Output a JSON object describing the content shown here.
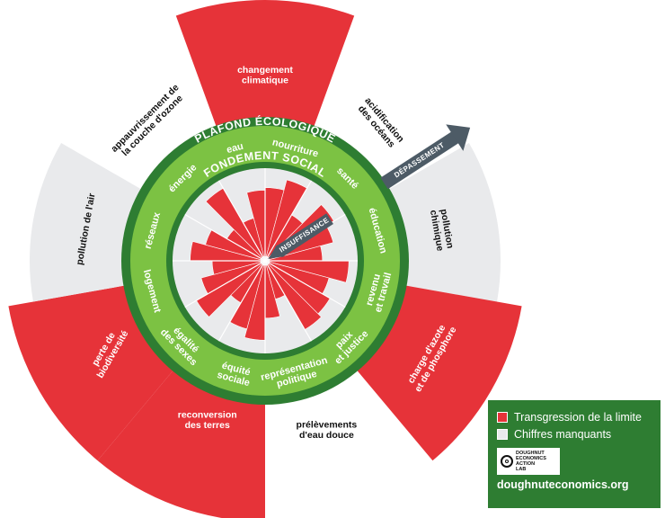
{
  "colors": {
    "overshoot_red": "#e63339",
    "missing_grey": "#e9eaec",
    "dark_green": "#2e7d32",
    "light_green": "#7cc243",
    "arrow_grey": "#4d5b66"
  },
  "rings": {
    "ecological_ceiling": "PLAFOND ÉCOLOGIQUE",
    "social_foundation": "FONDEMENT SOCIAL"
  },
  "arrows": {
    "overshoot": "DÉPASSEMENT",
    "shortfall": "INSUFFISANCE"
  },
  "ecological_boundaries": [
    {
      "key": "climate",
      "label": [
        "changement",
        "climatique"
      ],
      "status": "overshoot"
    },
    {
      "key": "ocean",
      "label": [
        "acidification",
        "des océans"
      ],
      "status": "within"
    },
    {
      "key": "chemical",
      "label": [
        "pollution",
        "chimique"
      ],
      "status": "missing"
    },
    {
      "key": "nitrogen",
      "label": [
        "charge d'azote",
        "et de phosphore"
      ],
      "status": "overshoot"
    },
    {
      "key": "freshwater",
      "label": [
        "prélèvements",
        "d'eau douce"
      ],
      "status": "within"
    },
    {
      "key": "land",
      "label": [
        "reconversion",
        "des terres"
      ],
      "status": "overshoot"
    },
    {
      "key": "biodiversity",
      "label": [
        "perte de",
        "biodiversité"
      ],
      "status": "overshoot"
    },
    {
      "key": "air",
      "label": [
        "pollution de l'air"
      ],
      "status": "missing"
    },
    {
      "key": "ozone",
      "label": [
        "appauvrissement de",
        "la couche d'ozone"
      ],
      "status": "within"
    }
  ],
  "social_dimensions": [
    {
      "key": "food",
      "label": [
        "nourriture"
      ]
    },
    {
      "key": "health",
      "label": [
        "santé"
      ]
    },
    {
      "key": "education",
      "label": [
        "éducation"
      ]
    },
    {
      "key": "income",
      "label": [
        "revenu",
        "et travail"
      ]
    },
    {
      "key": "peace",
      "label": [
        "paix",
        "et justice"
      ]
    },
    {
      "key": "voice",
      "label": [
        "représentation",
        "politique"
      ]
    },
    {
      "key": "equity",
      "label": [
        "équité",
        "sociale"
      ]
    },
    {
      "key": "gender",
      "label": [
        "égalité",
        "des sexes"
      ]
    },
    {
      "key": "housing",
      "label": [
        "logement"
      ]
    },
    {
      "key": "networks",
      "label": [
        "réseaux"
      ]
    },
    {
      "key": "energy",
      "label": [
        "énergie"
      ]
    },
    {
      "key": "water",
      "label": [
        "eau"
      ]
    }
  ],
  "shortfall_fraction": [
    0.78,
    0.9,
    0.55,
    0.85,
    0.75,
    0.6,
    0.9,
    0.7,
    0.8,
    0.85,
    0.4,
    0.6,
    0.85,
    0.75,
    0.5,
    0.85,
    0.7,
    0.55,
    0.8,
    0.65,
    0.45,
    0.9,
    0.45,
    0.75
  ],
  "legend": {
    "overshoot": "Transgression de la limite",
    "missing": "Chiffres manquants",
    "logo_text": "DOUGHNUT\nECONOMICS\nACTION\nLAB",
    "url": "doughnuteconomics.org"
  }
}
